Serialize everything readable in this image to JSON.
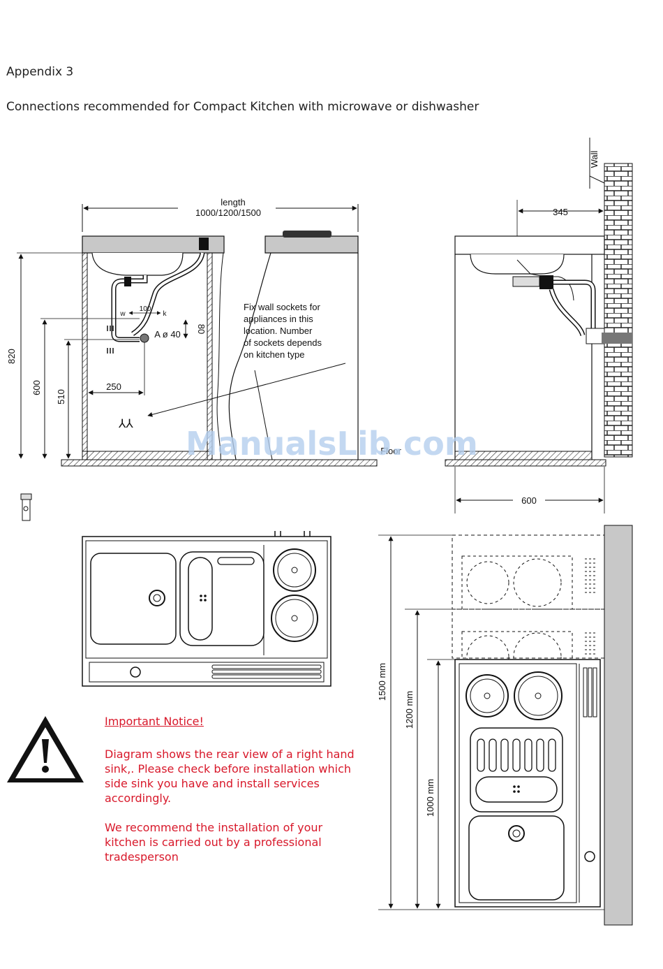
{
  "header": {
    "appendix": "Appendix 3",
    "subtitle": "Connections recommended for Compact Kitchen with microwave or dishwasher"
  },
  "rear_view": {
    "length_label": "length",
    "length_values": "1000/1200/1500",
    "dim_820": "820",
    "dim_600": "600",
    "dim_510": "510",
    "dim_250": "250",
    "dim_80": "80",
    "dim_100": "100",
    "label_w": "w",
    "label_k": "k",
    "label_drain": "A ø 40",
    "socket_note": [
      "Fix wall sockets for",
      "appliances in this",
      "location. Number",
      "of sockets depends",
      "on kitchen type"
    ],
    "floor_label": "Floor"
  },
  "side_view": {
    "wall_label": "Wall",
    "dim_345": "345",
    "dim_600": "600"
  },
  "floor_plan": {
    "dim_1500": "1500 mm",
    "dim_1200": "1200 mm",
    "dim_1000": "1000 mm"
  },
  "notice": {
    "title": "Important Notice!",
    "paragraph1": "Diagram shows the rear view of a right hand sink,. Please check before installation which side sink you have and install services accordingly.",
    "paragraph2": "We recommend the installation of your kitchen is carried out by a professional tradesperson"
  },
  "watermark": "ManualsLib.com"
}
